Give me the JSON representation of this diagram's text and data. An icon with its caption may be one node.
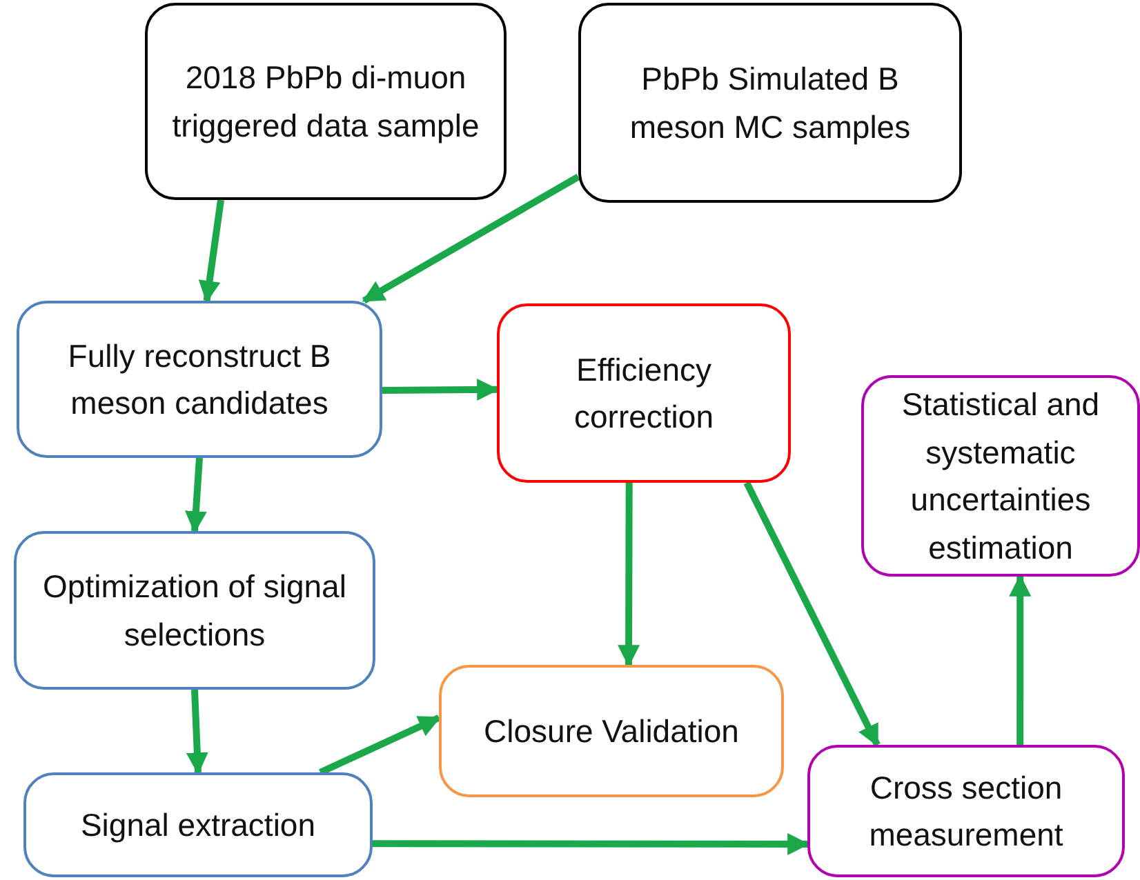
{
  "diagram": {
    "nodes": [
      {
        "text": [
          "2018 PbPb di-muon triggered data sample"
        ]
      },
      {
        "text": [
          "PbPb Simulated B meson MC samples"
        ]
      },
      {
        "text": [
          "Fully reconstruct B meson candidates"
        ]
      },
      {
        "text": [
          "Efficiency correction"
        ]
      },
      {
        "text": [
          "Statistical and systematic uncertainties estimation"
        ]
      },
      {
        "text": [
          "Optimization of signal selections"
        ]
      },
      {
        "text": [
          "Closure Validation"
        ]
      },
      {
        "text": [
          "Signal extraction"
        ]
      },
      {
        "text": [
          "Cross section measurement"
        ]
      }
    ],
    "edges": [
      {
        "from": 0,
        "to": 2,
        "arrow": "to"
      },
      {
        "from": 1,
        "to": 2,
        "arrow": "to"
      },
      {
        "from": 2,
        "to": 3,
        "arrow": "to"
      },
      {
        "from": 2,
        "to": 5,
        "arrow": "to"
      },
      {
        "from": 3,
        "to": 6,
        "arrow": "to"
      },
      {
        "from": 3,
        "to": 8,
        "arrow": "to"
      },
      {
        "from": 5,
        "to": 7,
        "arrow": "to"
      },
      {
        "from": 7,
        "to": 6,
        "arrow": "to"
      },
      {
        "from": 7,
        "to": 8,
        "arrow": "to"
      },
      {
        "from": 8,
        "to": 4,
        "arrow": "to"
      }
    ]
  }
}
